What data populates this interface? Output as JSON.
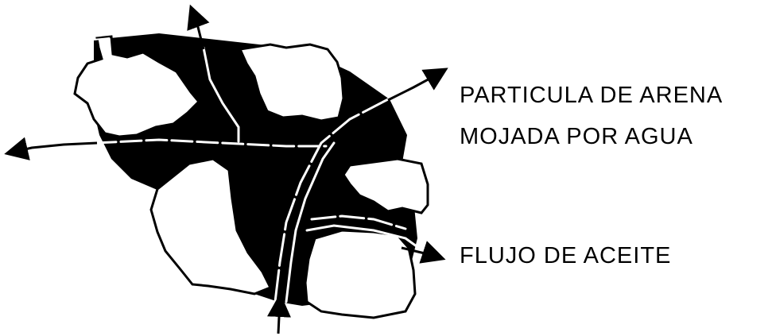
{
  "labels": {
    "wet_sand_line1": "PARTICULA DE ARENA",
    "wet_sand_line2": "MOJADA POR AGUA",
    "oil_flow": "FLUJO DE ACEITE"
  },
  "colors": {
    "ink": "#000000",
    "paper": "#ffffff"
  }
}
